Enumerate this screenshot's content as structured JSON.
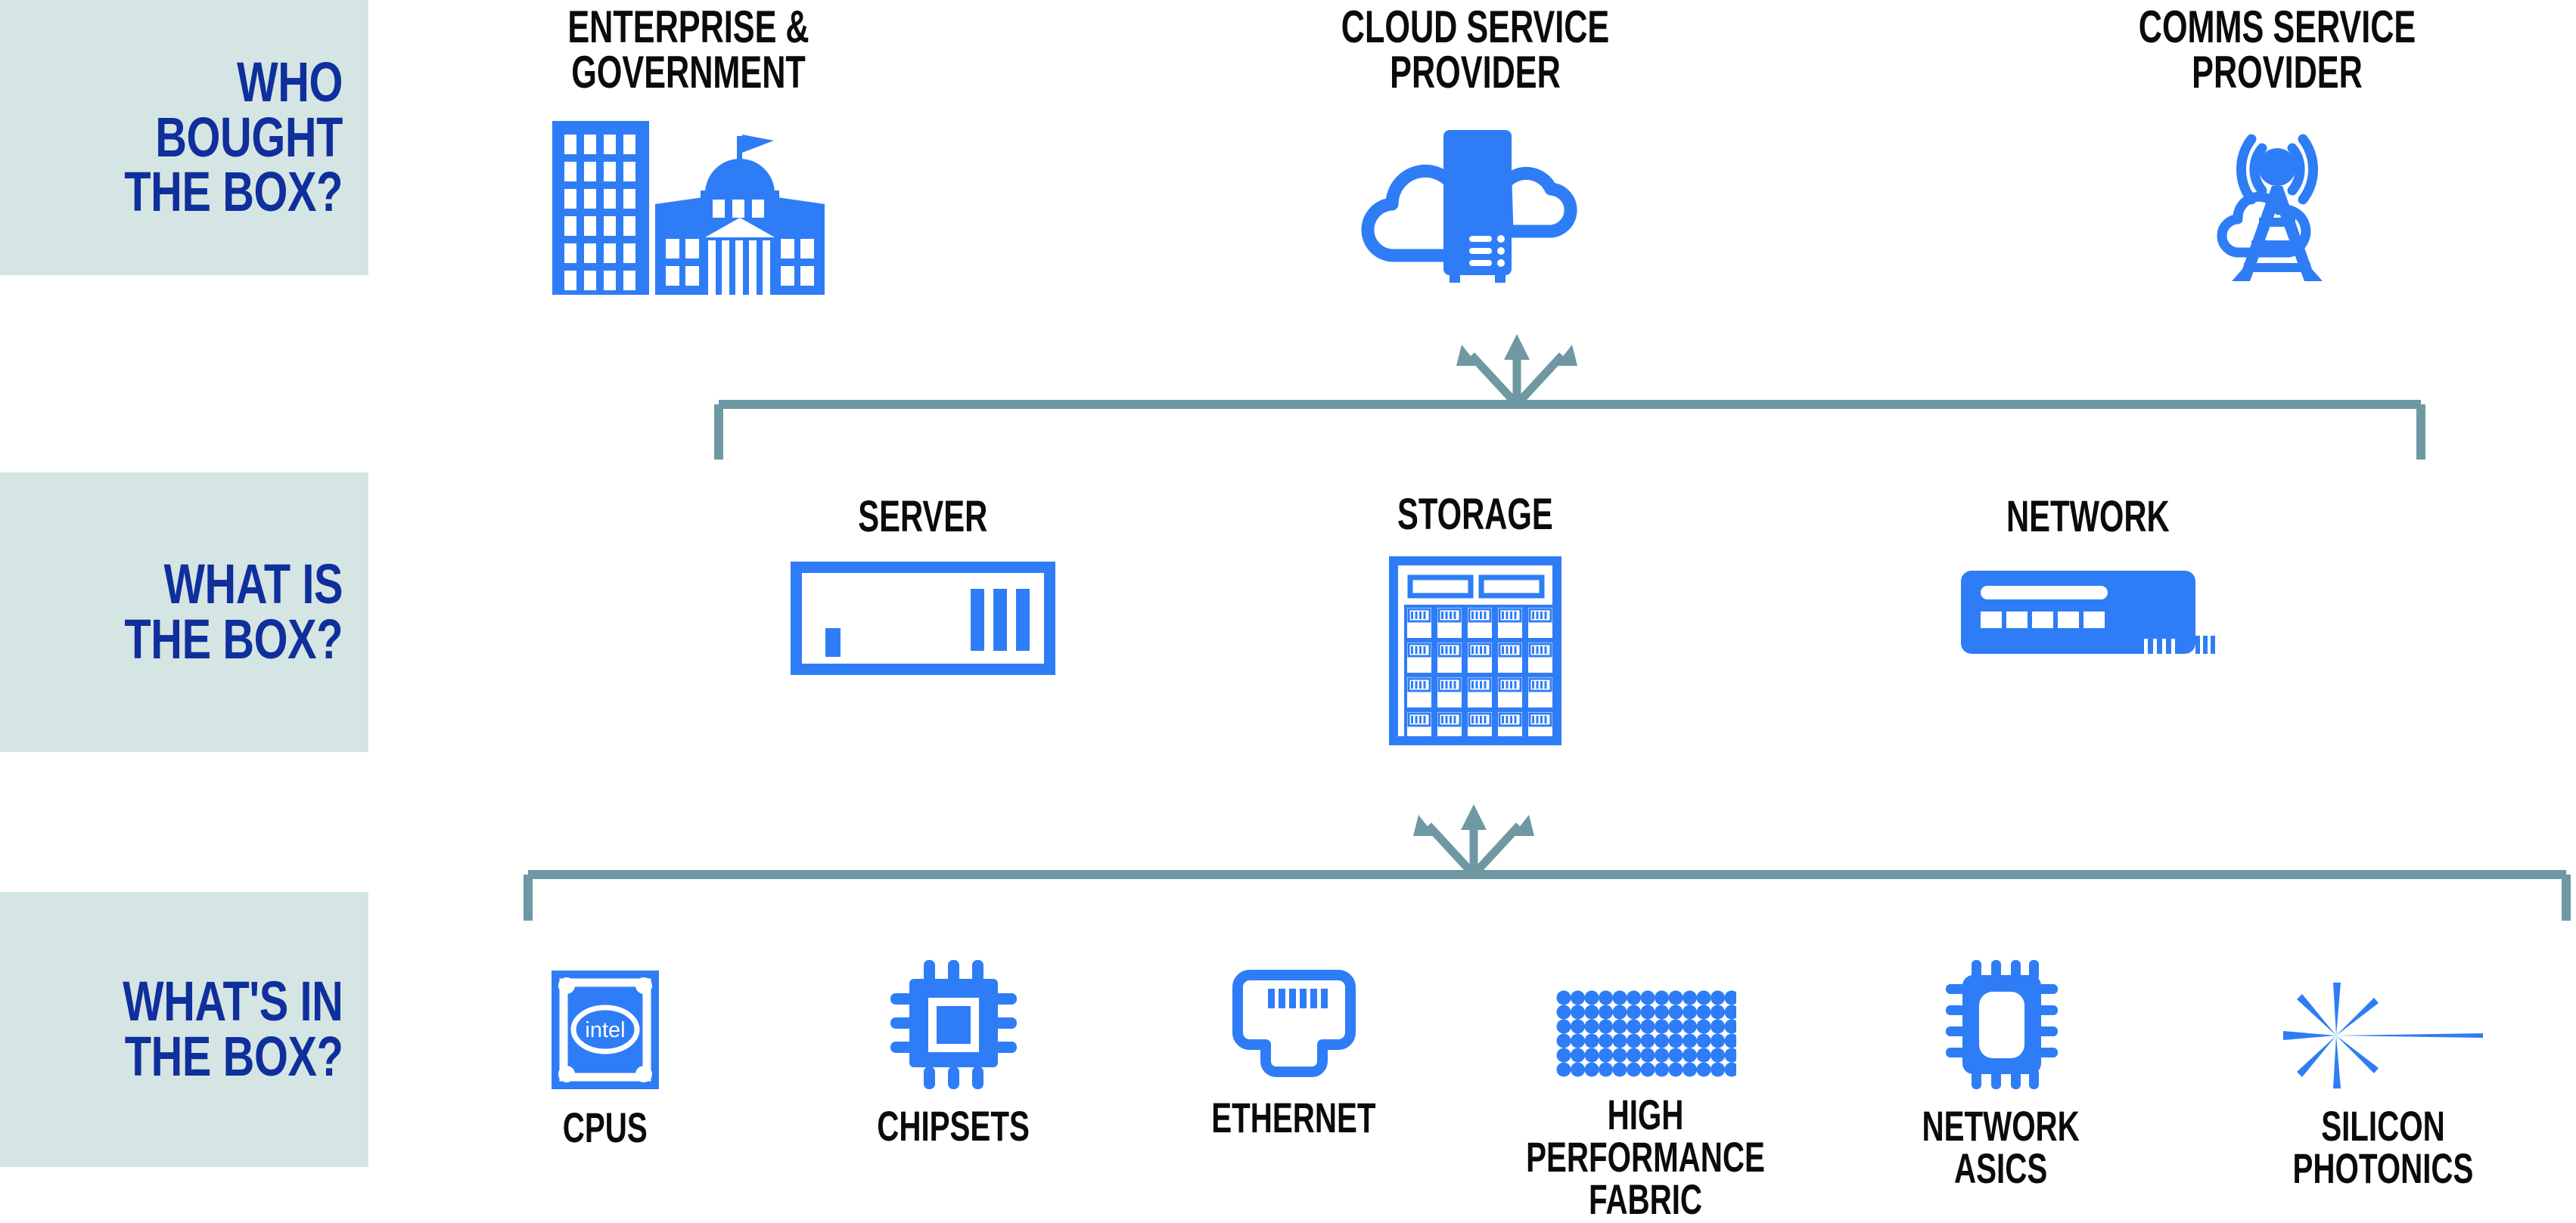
{
  "theme": {
    "panel_bg": "#d5e5e3",
    "panel_text": "#0f2f9c",
    "icon_blue": "#2f7df6",
    "caption_black": "#0b0b0b",
    "connector_teal": "#6e99a3",
    "page_bg": "#ffffff"
  },
  "questions": [
    {
      "id": "who-bought-the-box",
      "text": "WHO BOUGHT\nTHE BOX?"
    },
    {
      "id": "what-is-the-box",
      "text": "WHAT IS\nTHE BOX?"
    },
    {
      "id": "whats-in-the-box",
      "text": "WHAT'S IN\nTHE BOX?"
    }
  ],
  "rows": {
    "buyers": {
      "label": "WHO BOUGHT THE BOX?",
      "items": [
        {
          "id": "enterprise-government",
          "label": "ENTERPRISE & GOVERNMENT",
          "icon": "office-capitol-icon"
        },
        {
          "id": "cloud-service-provider",
          "label": "CLOUD SERVICE PROVIDER",
          "icon": "cloud-server-icon"
        },
        {
          "id": "comms-service-provider",
          "label": "COMMS SERVICE PROVIDER",
          "icon": "cell-tower-icon"
        }
      ]
    },
    "boxes": {
      "label": "WHAT IS THE BOX?",
      "items": [
        {
          "id": "server",
          "label": "SERVER",
          "icon": "rack-server-icon"
        },
        {
          "id": "storage",
          "label": "STORAGE",
          "icon": "storage-array-icon"
        },
        {
          "id": "network",
          "label": "NETWORK",
          "icon": "network-switch-icon"
        }
      ]
    },
    "components": {
      "label": "WHAT'S IN THE BOX?",
      "items": [
        {
          "id": "cpus",
          "label": "CPUS",
          "icon": "intel-cpu-icon"
        },
        {
          "id": "chipsets",
          "label": "CHIPSETS",
          "icon": "chipset-icon"
        },
        {
          "id": "ethernet",
          "label": "ETHERNET",
          "icon": "rj45-port-icon"
        },
        {
          "id": "high-perf-fabric",
          "label": "HIGH PERFORMANCE\nFABRIC",
          "icon": "fabric-mesh-icon"
        },
        {
          "id": "network-asics",
          "label": "NETWORK\nASICS",
          "icon": "asic-chip-icon"
        },
        {
          "id": "silicon-photonics",
          "label": "SILICON\nPHOTONICS",
          "icon": "light-burst-icon"
        }
      ]
    }
  },
  "connectors": [
    {
      "id": "buyers-to-boxes",
      "type": "bracket-with-three-arrows",
      "arrows": [
        "up-left",
        "up",
        "up-right"
      ]
    },
    {
      "id": "boxes-to-components",
      "type": "bracket-with-three-arrows",
      "arrows": [
        "up-left",
        "up",
        "up-right"
      ]
    }
  ],
  "brand": {
    "cpu_vendor": "intel"
  }
}
